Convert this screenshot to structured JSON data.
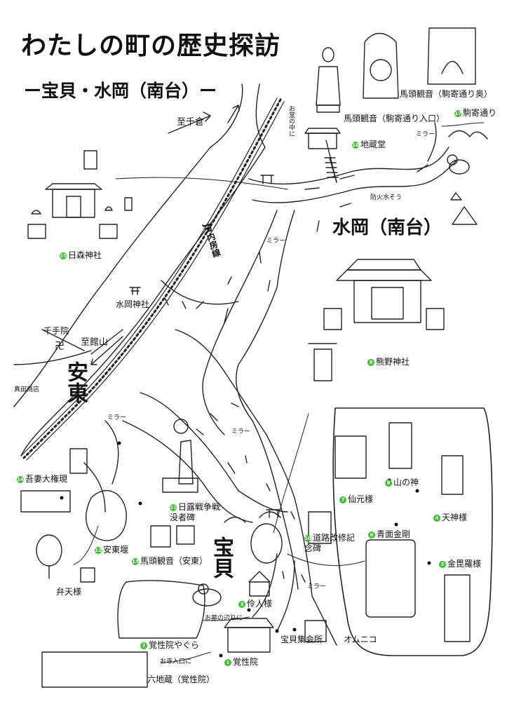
{
  "title": "わたしの町の歴史探訪",
  "subtitle": "ー宝貝・水岡（南台）ー",
  "areas": {
    "mizuoka": "水岡（南台）",
    "anto": "安東",
    "hogai": "宝貝"
  },
  "railway": "JR内房線",
  "directions": {
    "chikura": "至千倉",
    "tateyama": "至館山"
  },
  "landmarks": [
    {
      "num": "1",
      "label": "覚性院"
    },
    {
      "num": "2",
      "label": "覚性院やぐら"
    },
    {
      "num": "3",
      "label": "伶人様"
    },
    {
      "num": "4",
      "label": "天神様"
    },
    {
      "num": "5",
      "label": "金毘羅様"
    },
    {
      "num": "6",
      "label": "青面金剛"
    },
    {
      "num": "7",
      "label": "仙元様"
    },
    {
      "num": "8",
      "label": "山の神"
    },
    {
      "num": "9",
      "label": "熊野神社"
    },
    {
      "num": "10",
      "label": "道路改修記念碑"
    },
    {
      "num": "11",
      "label": "日露戦争戦没者碑"
    },
    {
      "num": "12",
      "label": "安東堰"
    },
    {
      "num": "13",
      "label": "馬頭観音（安東）"
    },
    {
      "num": "14",
      "label": "吾妻大権現"
    },
    {
      "num": "15",
      "label": "日森神社"
    },
    {
      "num": "16",
      "label": "地蔵堂"
    },
    {
      "num": "17",
      "label": "駒寄通り"
    }
  ],
  "other_labels": {
    "bato_okuchi": "馬頭観音（駒寄通り入口）",
    "bato_oku": "馬頭観音（駒寄通り奥）",
    "mizuoka_jinja": "水岡神社",
    "senjuin": "千手院",
    "sanada": "真田商店",
    "benten": "弁天様",
    "hogai_hall": "宝貝集会所",
    "omuniko": "オムニコ",
    "rokujizo": "六地蔵（覚性院）",
    "bouka": "防火水そう",
    "mirror": "ミラー",
    "in_hall": "お堂の中に",
    "near_grave": "お墓の辺りに",
    "at_entrance": "お寺入口に"
  }
}
